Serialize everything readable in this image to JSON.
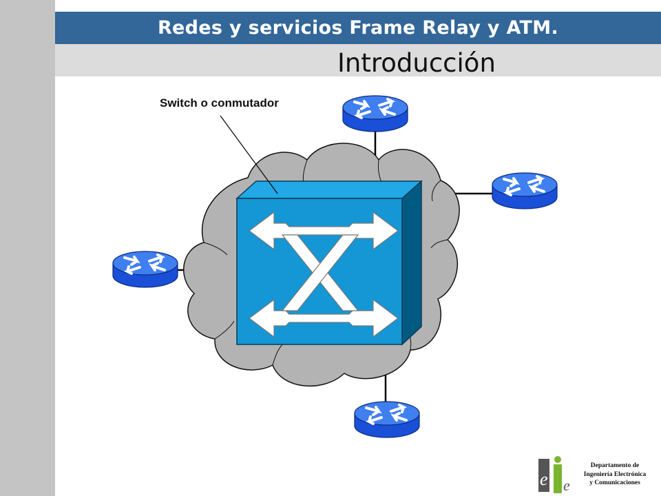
{
  "header": {
    "title": "Redes y servicios Frame Relay y ATM."
  },
  "slide": {
    "title": "Introducción"
  },
  "diagram": {
    "callout_label": "Switch o conmutador",
    "colors": {
      "router_top": "#3f7ff0",
      "router_side": "#1a4fd8",
      "switch_front": "#1497d4",
      "switch_top": "#22a8e6",
      "switch_side": "#005a82",
      "cloud": "#b3b3b3"
    }
  },
  "footer": {
    "department_lines": [
      "Departamento de",
      "Ingeniería Electrónica",
      "y Comunicaciones"
    ]
  }
}
